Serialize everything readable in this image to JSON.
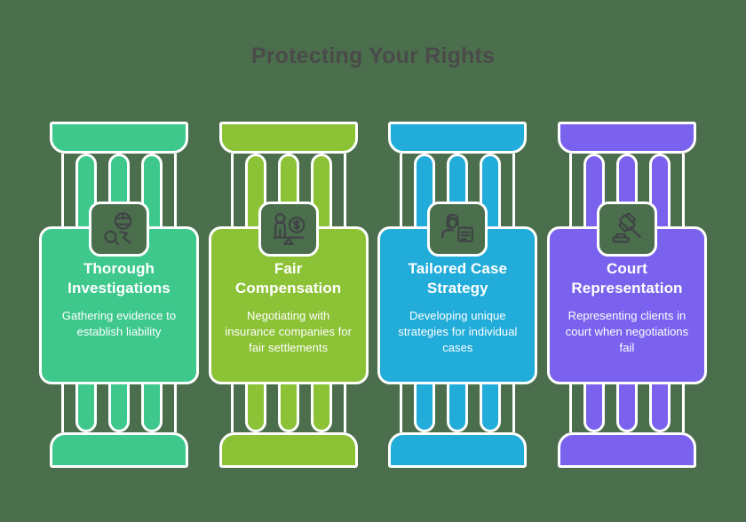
{
  "header": {
    "title": "Protecting Your Rights"
  },
  "theme": {
    "background": "#4b6f4c",
    "title_color": "#4a4a4a",
    "outline_color": "#ffffff",
    "text_color": "#ffffff",
    "icon_stroke": "#3f4346"
  },
  "pillars": [
    {
      "title": "Thorough Investigations",
      "description": "Gathering evidence to establish liability",
      "color": "#3ec88c",
      "icon": "detective-magnifier-icon"
    },
    {
      "title": "Fair Compensation",
      "description": "Negotiating with insurance companies for fair settlements",
      "color": "#8cc236",
      "icon": "balance-scale-icon"
    },
    {
      "title": "Tailored Case Strategy",
      "description": "Developing unique strategies for individual cases",
      "color": "#22acd9",
      "icon": "person-document-icon"
    },
    {
      "title": "Court Representation",
      "description": "Representing clients in court when negotiations fail",
      "color": "#7b62ee",
      "icon": "gavel-icon"
    }
  ]
}
